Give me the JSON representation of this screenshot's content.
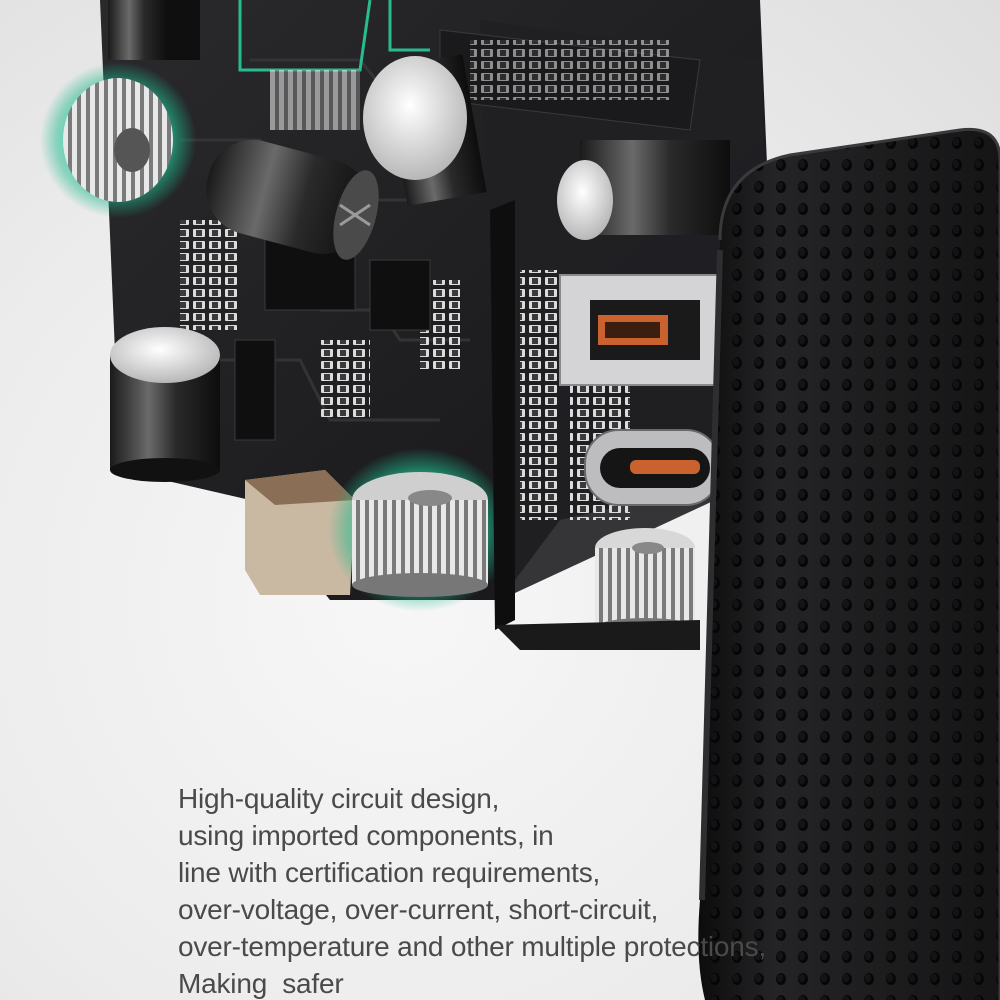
{
  "caption": {
    "lines": [
      "High-quality circuit design,",
      "using imported components, in",
      "line with certification requirements,",
      "over-voltage, over-current, short-circuit,",
      "over-temperature and other multiple protections,",
      "Making  safer"
    ]
  },
  "colors": {
    "background": "#ebebeb",
    "pcb": "#1c1c1e",
    "charger_shell": "#121214",
    "glow": "#28d9a6",
    "text": "#4a4a4a"
  },
  "icons": [
    "circuit-board-image",
    "charger-shell-image",
    "usb-a-port-icon",
    "usb-c-port-icon",
    "toroid-inductor-icon",
    "capacitor-icon"
  ]
}
